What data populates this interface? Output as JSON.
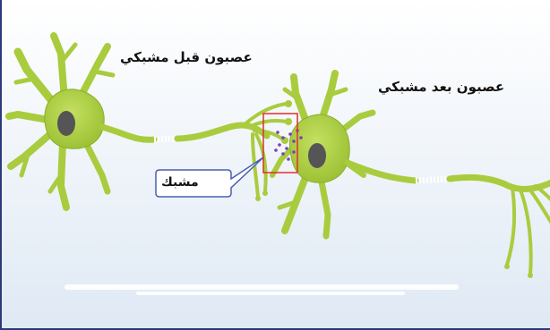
{
  "labels": {
    "presynaptic_neuron": "عصبون قبل مشبكي",
    "postsynaptic_neuron": "عصبون بعد مشبكي",
    "synapse": "مشبك"
  },
  "colors": {
    "neuron_fill": "#a9cc3e",
    "neuron_outline": "#86a82a",
    "nucleus": "#555555",
    "highlight_box": "#e0302a",
    "callout_border": "#4a5fb0",
    "vesicles": "#7a3fb8"
  }
}
